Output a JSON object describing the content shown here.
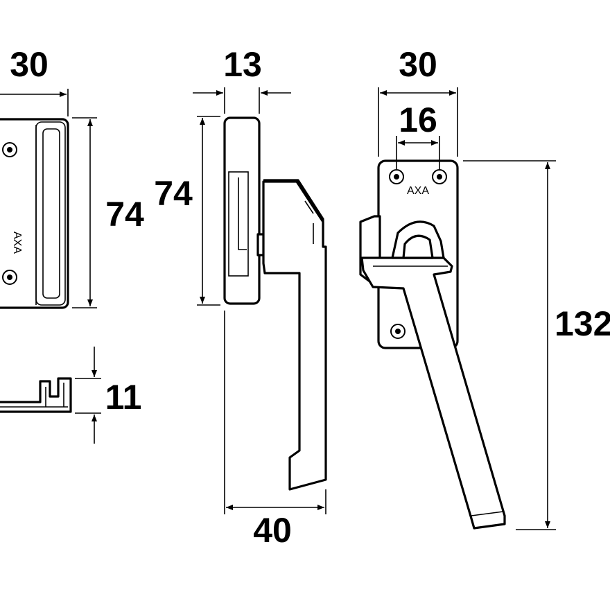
{
  "dimensions": {
    "keeper_width": "30",
    "keeper_height": "74",
    "keeper_profile_height": "11",
    "handle_side_height": "74",
    "handle_side_thickness": "13",
    "handle_side_projection": "40",
    "handle_front_width": "30",
    "handle_front_hole_spacing": "16",
    "handle_front_length": "132"
  },
  "logos": {
    "keeper_brand": "AXA",
    "handle_brand": "AXA"
  }
}
